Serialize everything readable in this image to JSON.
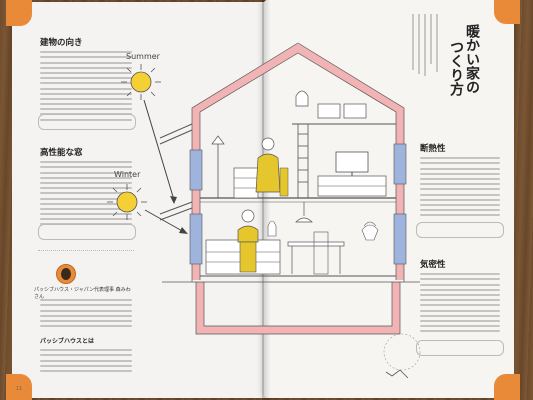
{
  "left_page": {
    "section1_heading": "建物の向き",
    "section2_heading": "高性能な窓",
    "profile_name": "パッシブハウス・ジャパン代表理事 森みわさん",
    "box_heading": "パッシブハウスとは",
    "page_number": "11"
  },
  "illustration": {
    "summer_label": "Summer",
    "winter_label": "Winter"
  },
  "right_page": {
    "title_line1": "暖かい家の",
    "title_line2": "つくり方",
    "section1_heading": "断熱性",
    "section2_heading": "気密性"
  },
  "colors": {
    "wall_pink": "#f2b3b5",
    "sun_yellow": "#f5d034",
    "figure_yellow": "#e6c62d",
    "accent_orange": "#e98a38",
    "window_blue": "#9fb4dc"
  }
}
